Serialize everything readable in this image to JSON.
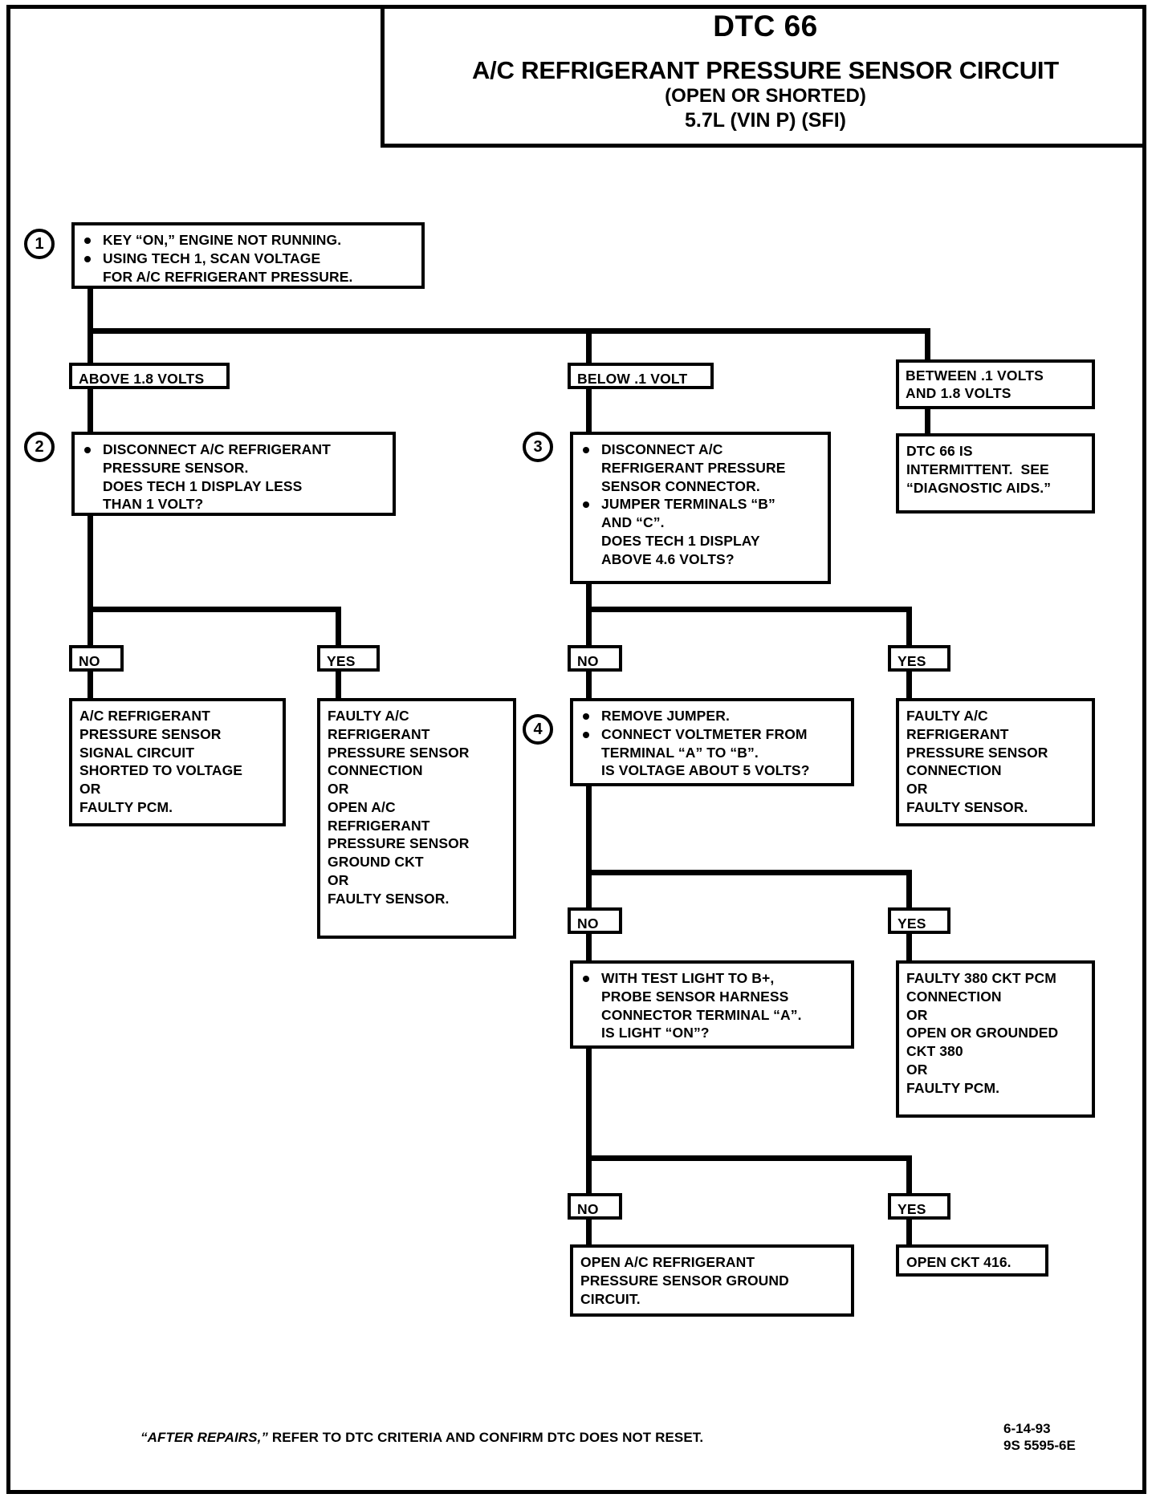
{
  "header": {
    "dtc_code": "DTC 66",
    "circuit_name": "A/C REFRIGERANT PRESSURE SENSOR CIRCUIT",
    "fault_type": "(OPEN OR SHORTED)",
    "engine": "5.7L  (VIN P) (SFI)"
  },
  "steps": {
    "step1": {
      "number": "1",
      "lines": [
        "KEY “ON,” ENGINE NOT RUNNING.",
        "USING TECH 1, SCAN VOLTAGE",
        "FOR A/C REFRIGERANT PRESSURE."
      ]
    },
    "step2": {
      "number": "2",
      "lines": [
        "DISCONNECT A/C REFRIGERANT",
        "PRESSURE SENSOR.",
        "DOES TECH 1  DISPLAY LESS",
        "THAN 1 VOLT?"
      ]
    },
    "step3": {
      "number": "3",
      "lines": [
        "DISCONNECT A/C",
        "REFRIGERANT PRESSURE",
        "SENSOR CONNECTOR.",
        "JUMPER TERMINALS “B”",
        "AND “C”.",
        "DOES TECH 1 DISPLAY",
        "ABOVE 4.6 VOLTS?"
      ]
    },
    "step4": {
      "number": "4",
      "lines": [
        "REMOVE JUMPER.",
        "CONNECT VOLTMETER FROM",
        "TERMINAL “A” TO “B”.",
        "IS VOLTAGE ABOUT 5 VOLTS?"
      ]
    },
    "step5": {
      "lines": [
        "WITH TEST LIGHT TO B+,",
        "PROBE SENSOR HARNESS",
        "CONNECTOR TERMINAL “A”.",
        "IS LIGHT “ON”?"
      ]
    }
  },
  "branch_labels": {
    "above_18": "ABOVE 1.8 VOLTS",
    "below_01": "BELOW .1 VOLT",
    "between": "BETWEEN .1 VOLTS\nAND 1.8 VOLTS",
    "no_1": "NO",
    "yes_1": "YES",
    "no_2": "NO",
    "yes_2": "YES",
    "no_3": "NO",
    "yes_3": "YES",
    "no_4": "NO",
    "yes_4": "YES"
  },
  "results": {
    "intermittent": "DTC 66 IS\nINTERMITTENT.  SEE\n“DIAGNOSTIC AIDS.”",
    "shorted_to_voltage": "A/C REFRIGERANT\nPRESSURE SENSOR\nSIGNAL CIRCUIT\nSHORTED TO VOLTAGE\nOR\nFAULTY PCM.",
    "faulty_connection_ground": "FAULTY A/C\nREFRIGERANT\nPRESSURE SENSOR\nCONNECTION\nOR\nOPEN A/C\nREFRIGERANT\nPRESSURE SENSOR\nGROUND CKT\nOR\nFAULTY SENSOR.",
    "faulty_connection_sensor": "FAULTY A/C\nREFRIGERANT\nPRESSURE SENSOR\nCONNECTION\nOR\nFAULTY SENSOR.",
    "faulty_380_ckt": "FAULTY 380 CKT PCM\nCONNECTION\nOR\nOPEN OR GROUNDED\nCKT 380\nOR\nFAULTY PCM.",
    "open_ground_circuit": "OPEN A/C REFRIGERANT\nPRESSURE SENSOR GROUND\nCIRCUIT.",
    "open_ckt_416": "OPEN CKT 416."
  },
  "footer": {
    "note_italic": "“AFTER REPAIRS,”",
    "note_rest": " REFER TO DTC CRITERIA  AND CONFIRM DTC DOES NOT RESET.",
    "date": "6-14-93",
    "doc_code": "9S 5595-6E"
  },
  "colors": {
    "ink": "#000000",
    "paper": "#ffffff"
  }
}
